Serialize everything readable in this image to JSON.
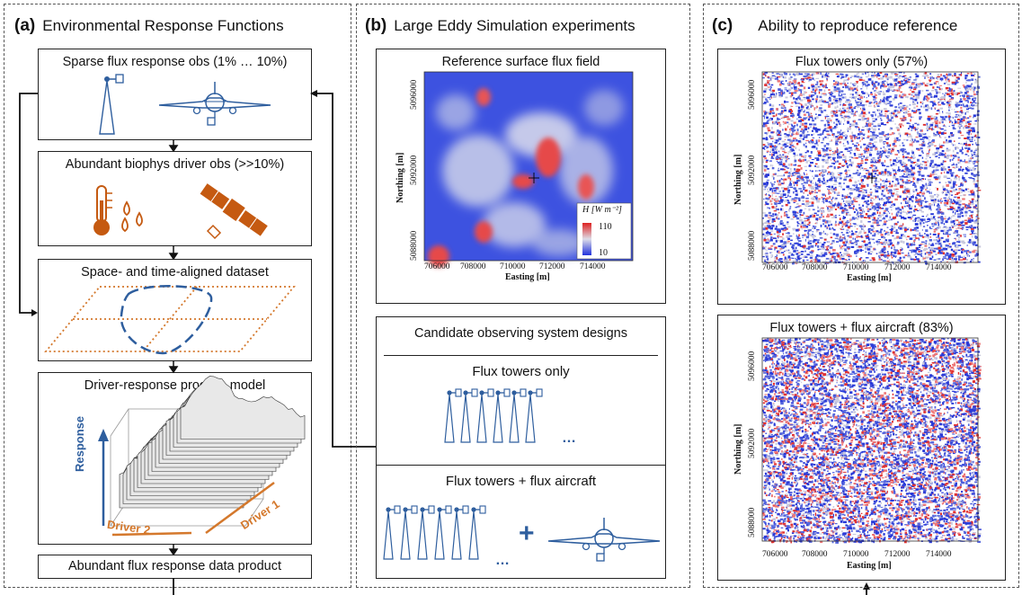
{
  "panel_a": {
    "letter": "(a)",
    "title": "Environmental Response Functions",
    "box1": "Sparse flux response obs (1% … 10%)",
    "box2": "Abundant biophys driver obs (>>10%)",
    "box3": "Space- and time-aligned dataset",
    "box4": "Driver-response process model",
    "axis_response": "Response",
    "axis_driver2": "Driver 2",
    "axis_driver1": "Driver 1",
    "box5": "Abundant flux response data product"
  },
  "panel_b": {
    "letter": "(b)",
    "title": "Large Eddy Simulation experiments",
    "map_title": "Reference surface flux field",
    "colorbar_label": "H [W m⁻²]",
    "colorbar_max": "110",
    "colorbar_min": "10",
    "design_title": "Candidate observing system designs",
    "design1": "Flux towers only",
    "design2": "Flux towers + flux aircraft",
    "ellipsis": "…",
    "plus": "+"
  },
  "panel_c": {
    "letter": "(c)",
    "title": "Ability to reproduce reference",
    "map1_title": "Flux towers only (57%)",
    "map2_title": "Flux towers + flux aircraft (83%)"
  },
  "map_axes": {
    "xlabel": "Easting [m]",
    "ylabel": "Northing [m]",
    "xticks": [
      "706000",
      "708000",
      "710000",
      "712000",
      "714000"
    ],
    "yticks": [
      "5096000",
      "5092000",
      "5088000"
    ]
  },
  "colors": {
    "blue_icon": "#2e5e9e",
    "orange": "#c55a11",
    "dashed_orange": "#d4782c",
    "flux_low": "#2233dd",
    "flux_high": "#dd2222"
  }
}
